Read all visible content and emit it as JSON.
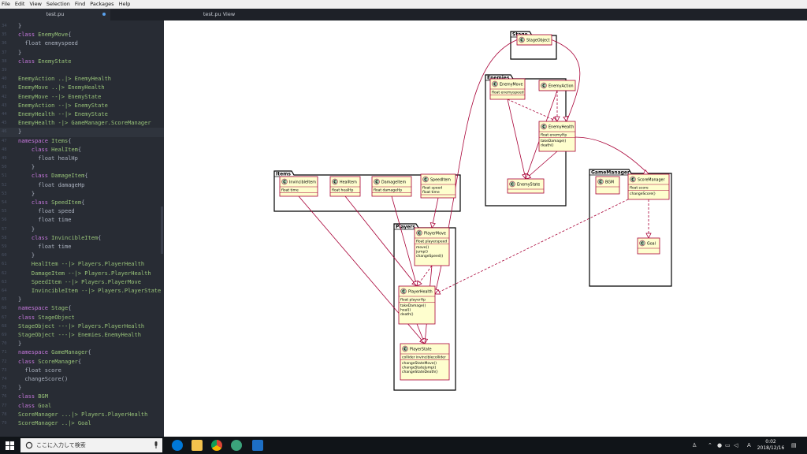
{
  "menu": [
    "File",
    "Edit",
    "View",
    "Selection",
    "Find",
    "Packages",
    "Help"
  ],
  "tabs": [
    {
      "label": "test.pu",
      "modified": true
    },
    {
      "label": "test.pu View",
      "modified": false
    }
  ],
  "editor": {
    "lines": [
      {
        "n": "34",
        "parts": [
          [
            "br",
            "}"
          ]
        ]
      },
      {
        "n": "35",
        "parts": [
          [
            "kw",
            "class "
          ],
          [
            "cls",
            "EnemyMove"
          ],
          [
            "br",
            "{"
          ]
        ]
      },
      {
        "n": "36",
        "parts": [
          [
            "txt",
            "  float enemyspeed"
          ]
        ]
      },
      {
        "n": "37",
        "parts": [
          [
            "br",
            "}"
          ]
        ]
      },
      {
        "n": "38",
        "parts": [
          [
            "kw",
            "class "
          ],
          [
            "cls",
            "EnemyState"
          ]
        ]
      },
      {
        "n": "39",
        "parts": []
      },
      {
        "n": "40",
        "parts": [
          [
            "cls",
            "EnemyAction ..|> EnemyHealth"
          ]
        ]
      },
      {
        "n": "41",
        "parts": [
          [
            "cls",
            "EnemyMove ..|> EnemyHealth"
          ]
        ]
      },
      {
        "n": "42",
        "parts": [
          [
            "cls",
            "EnemyMove --|> EnemyState"
          ]
        ]
      },
      {
        "n": "43",
        "parts": [
          [
            "cls",
            "EnemyAction --|> EnemyState"
          ]
        ]
      },
      {
        "n": "44",
        "parts": [
          [
            "cls",
            "EnemyHealth --|> EnemyState"
          ]
        ]
      },
      {
        "n": "45",
        "parts": [
          [
            "cls",
            "EnemyHealth -|> GameManager.ScoreManager"
          ]
        ]
      },
      {
        "n": "46",
        "parts": [
          [
            "br",
            "}"
          ]
        ]
      },
      {
        "n": "47",
        "parts": [
          [
            "kw",
            "namespace "
          ],
          [
            "cls",
            "Items"
          ],
          [
            "br",
            "{"
          ]
        ]
      },
      {
        "n": "48",
        "parts": [
          [
            "txt",
            "    "
          ],
          [
            "kw",
            "class "
          ],
          [
            "cls",
            "HealItem"
          ],
          [
            "br",
            "{"
          ]
        ]
      },
      {
        "n": "49",
        "parts": [
          [
            "txt",
            "      float healHp"
          ]
        ]
      },
      {
        "n": "50",
        "parts": [
          [
            "br",
            "    }"
          ]
        ]
      },
      {
        "n": "51",
        "parts": [
          [
            "txt",
            "    "
          ],
          [
            "kw",
            "class "
          ],
          [
            "cls",
            "DamageItem"
          ],
          [
            "br",
            "{"
          ]
        ]
      },
      {
        "n": "52",
        "parts": [
          [
            "txt",
            "      float damageHp"
          ]
        ]
      },
      {
        "n": "53",
        "parts": [
          [
            "br",
            "    }"
          ]
        ]
      },
      {
        "n": "54",
        "parts": [
          [
            "txt",
            "    "
          ],
          [
            "kw",
            "class "
          ],
          [
            "cls",
            "SpeedItem"
          ],
          [
            "br",
            "{"
          ]
        ]
      },
      {
        "n": "55",
        "parts": [
          [
            "txt",
            "      float speed"
          ]
        ]
      },
      {
        "n": "56",
        "parts": [
          [
            "txt",
            "      float time"
          ]
        ]
      },
      {
        "n": "57",
        "parts": [
          [
            "br",
            "    }"
          ]
        ]
      },
      {
        "n": "58",
        "parts": [
          [
            "txt",
            "    "
          ],
          [
            "kw",
            "class "
          ],
          [
            "cls",
            "InvincibleItem"
          ],
          [
            "br",
            "{"
          ]
        ]
      },
      {
        "n": "59",
        "parts": [
          [
            "txt",
            "      float time"
          ]
        ]
      },
      {
        "n": "60",
        "parts": [
          [
            "br",
            "    }"
          ]
        ]
      },
      {
        "n": "61",
        "parts": [
          [
            "cls",
            "    HealItem --|> Players.PlayerHealth"
          ]
        ]
      },
      {
        "n": "62",
        "parts": [
          [
            "cls",
            "    DamageItem --|> Players.PlayerHealth"
          ]
        ]
      },
      {
        "n": "63",
        "parts": [
          [
            "cls",
            "    SpeedItem --|> Players.PlayerMove"
          ]
        ]
      },
      {
        "n": "64",
        "parts": [
          [
            "cls",
            "    InvincibleItem --|> Players.PlayerState"
          ]
        ]
      },
      {
        "n": "65",
        "parts": [
          [
            "br",
            "}"
          ]
        ]
      },
      {
        "n": "66",
        "parts": [
          [
            "kw",
            "namespace "
          ],
          [
            "cls",
            "Stage"
          ],
          [
            "br",
            "{"
          ]
        ]
      },
      {
        "n": "67",
        "parts": [
          [
            "kw",
            "class "
          ],
          [
            "cls",
            "StageObject"
          ]
        ]
      },
      {
        "n": "68",
        "parts": [
          [
            "cls",
            "StageObject ---|> Players.PlayerHealth"
          ]
        ]
      },
      {
        "n": "69",
        "parts": [
          [
            "cls",
            "StageObject ---|> Enemies.EnemyHealth"
          ]
        ]
      },
      {
        "n": "70",
        "parts": [
          [
            "br",
            "}"
          ]
        ]
      },
      {
        "n": "71",
        "parts": [
          [
            "kw",
            "namespace "
          ],
          [
            "cls",
            "GameManager"
          ],
          [
            "br",
            "{"
          ]
        ]
      },
      {
        "n": "72",
        "parts": [
          [
            "kw",
            "class "
          ],
          [
            "cls",
            "ScoreManager"
          ],
          [
            "br",
            "{"
          ]
        ]
      },
      {
        "n": "73",
        "parts": [
          [
            "txt",
            "  float score"
          ]
        ]
      },
      {
        "n": "74",
        "parts": [
          [
            "txt",
            "  changeScore()"
          ]
        ]
      },
      {
        "n": "75",
        "parts": [
          [
            "br",
            "}"
          ]
        ]
      },
      {
        "n": "76",
        "parts": [
          [
            "kw",
            "class "
          ],
          [
            "cls",
            "BGM"
          ]
        ]
      },
      {
        "n": "77",
        "parts": [
          [
            "kw",
            "class "
          ],
          [
            "cls",
            "Goal"
          ]
        ]
      },
      {
        "n": "78",
        "parts": [
          [
            "cls",
            "ScoreManager ...|> Players.PlayerHealth"
          ]
        ]
      },
      {
        "n": "79",
        "parts": [
          [
            "cls",
            "ScoreManager ..|> Goal"
          ]
        ]
      }
    ]
  },
  "diagram": {
    "packages": [
      {
        "id": "stage",
        "label": "Stage"
      },
      {
        "id": "enemies",
        "label": "Enemies"
      },
      {
        "id": "items",
        "label": "Items"
      },
      {
        "id": "gamemanager",
        "label": "GameManager"
      },
      {
        "id": "players",
        "label": "Players"
      }
    ],
    "classes": [
      {
        "id": "StageObject",
        "name": "StageObject",
        "fields": [],
        "methods": []
      },
      {
        "id": "EnemyMove",
        "name": "EnemyMove",
        "fields": [
          "float enemyspeed"
        ],
        "methods": []
      },
      {
        "id": "EnemyAction",
        "name": "EnemyAction",
        "fields": [],
        "methods": []
      },
      {
        "id": "EnemyHealth",
        "name": "EnemyHealth",
        "fields": [
          "float enemyHp"
        ],
        "methods": [
          "takeDamage()",
          "death()"
        ]
      },
      {
        "id": "EnemyState",
        "name": "EnemyState",
        "fields": [],
        "methods": []
      },
      {
        "id": "InvincibleItem",
        "name": "InvincibleItem",
        "fields": [
          "float time"
        ],
        "methods": []
      },
      {
        "id": "HealItem",
        "name": "HealItem",
        "fields": [
          "float healHp"
        ],
        "methods": []
      },
      {
        "id": "DamageItem",
        "name": "DamageItem",
        "fields": [
          "float damageHp"
        ],
        "methods": []
      },
      {
        "id": "SpeedItem",
        "name": "SpeedItem",
        "fields": [
          "float speed",
          "float time"
        ],
        "methods": []
      },
      {
        "id": "BGM",
        "name": "BGM",
        "fields": [],
        "methods": []
      },
      {
        "id": "ScoreManager",
        "name": "ScoreManager",
        "fields": [
          "float score"
        ],
        "methods": [
          "changeScore()"
        ]
      },
      {
        "id": "Goal",
        "name": "Goal",
        "fields": [],
        "methods": []
      },
      {
        "id": "PlayerMove",
        "name": "PlayerMove",
        "fields": [
          "float playerspeed"
        ],
        "methods": [
          "move()",
          "jump()",
          "changeSpeed()"
        ]
      },
      {
        "id": "PlayerHealth",
        "name": "PlayerHealth",
        "fields": [
          "float playerHp"
        ],
        "methods": [
          "takeDamage()",
          "heal()",
          "death()"
        ]
      },
      {
        "id": "PlayerState",
        "name": "PlayerState",
        "fields": [
          "collider invinciblecollider"
        ],
        "methods": [
          "changeStateMove()",
          "changeStateJump()",
          "changeStateDeath()"
        ]
      }
    ],
    "edges": [
      {
        "from": "EnemyAction",
        "to": "EnemyHealth",
        "style": "dashed"
      },
      {
        "from": "EnemyMove",
        "to": "EnemyHealth",
        "style": "dashed"
      },
      {
        "from": "EnemyMove",
        "to": "EnemyState",
        "style": "solid"
      },
      {
        "from": "EnemyAction",
        "to": "EnemyState",
        "style": "solid"
      },
      {
        "from": "EnemyHealth",
        "to": "EnemyState",
        "style": "solid"
      },
      {
        "from": "EnemyHealth",
        "to": "ScoreManager",
        "style": "solid"
      },
      {
        "from": "HealItem",
        "to": "PlayerHealth",
        "style": "solid"
      },
      {
        "from": "DamageItem",
        "to": "PlayerHealth",
        "style": "solid"
      },
      {
        "from": "SpeedItem",
        "to": "PlayerMove",
        "style": "solid"
      },
      {
        "from": "InvincibleItem",
        "to": "PlayerState",
        "style": "solid"
      },
      {
        "from": "StageObject",
        "to": "PlayerHealth",
        "style": "solid"
      },
      {
        "from": "StageObject",
        "to": "EnemyHealth",
        "style": "solid"
      },
      {
        "from": "ScoreManager",
        "to": "PlayerHealth",
        "style": "dashed"
      },
      {
        "from": "ScoreManager",
        "to": "Goal",
        "style": "dashed"
      },
      {
        "from": "PlayerMove",
        "to": "PlayerHealth",
        "style": "dashed"
      },
      {
        "from": "PlayerMove",
        "to": "PlayerState",
        "style": "solid"
      },
      {
        "from": "PlayerHealth",
        "to": "PlayerState",
        "style": "solid"
      }
    ],
    "colors": {
      "class_fill": "#fefece",
      "border": "#a80036",
      "line": "#a80036",
      "circle": "#add1b2"
    }
  },
  "taskbar": {
    "search_placeholder": "ここに入力して検索",
    "ime": "A",
    "time": "0:02",
    "date": "2018/12/16",
    "icons": [
      "windows-icon",
      "edge-icon",
      "file-explorer-icon",
      "chrome-icon",
      "atom-icon",
      "mail-icon"
    ]
  }
}
